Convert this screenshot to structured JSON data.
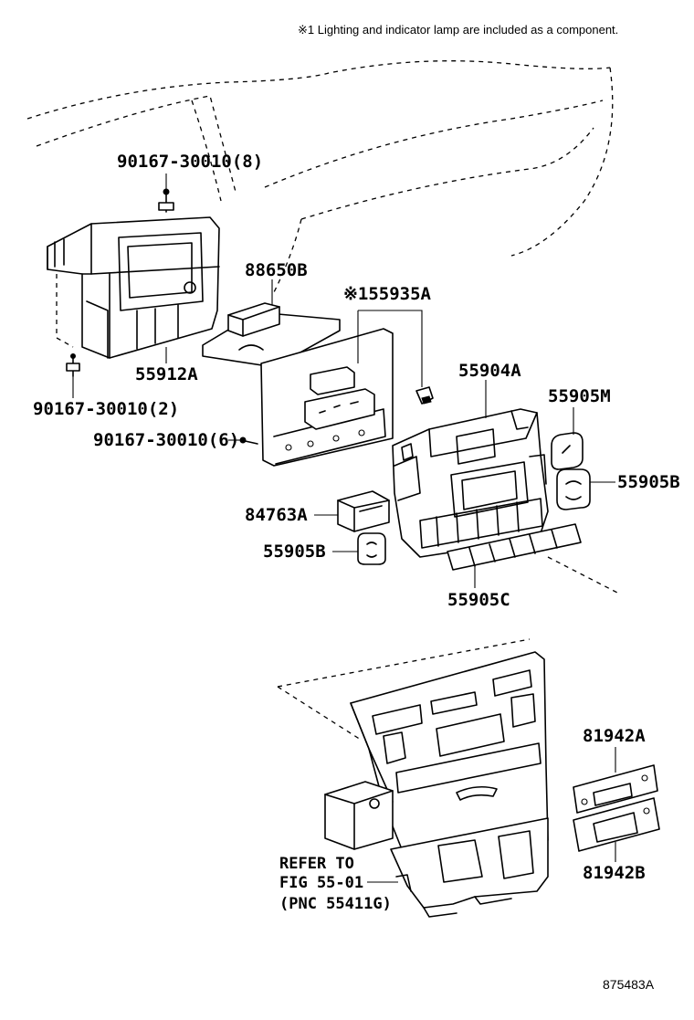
{
  "note": {
    "mark": "※1",
    "text": " Lighting and indicator lamp are included as a component."
  },
  "figure_id": "875483A",
  "labels": {
    "screw_top": "90167-30010(8)",
    "bracket": "88650B",
    "bulb": "※155935A",
    "housing": "55912A",
    "control_panel": "55904A",
    "screw_left": "90167-30010(2)",
    "screw_mid": "90167-30010(6)",
    "knob_m": "55905M",
    "knob_b_right": "55905B",
    "switch": "84763A",
    "knob_b_left": "55905B",
    "button_strip": "55905C",
    "plate_a": "81942A",
    "plate_b": "81942B"
  },
  "reference": {
    "line1": "REFER TO",
    "line2": "FIG 55-01",
    "line3": "(PNC 55411G)"
  }
}
